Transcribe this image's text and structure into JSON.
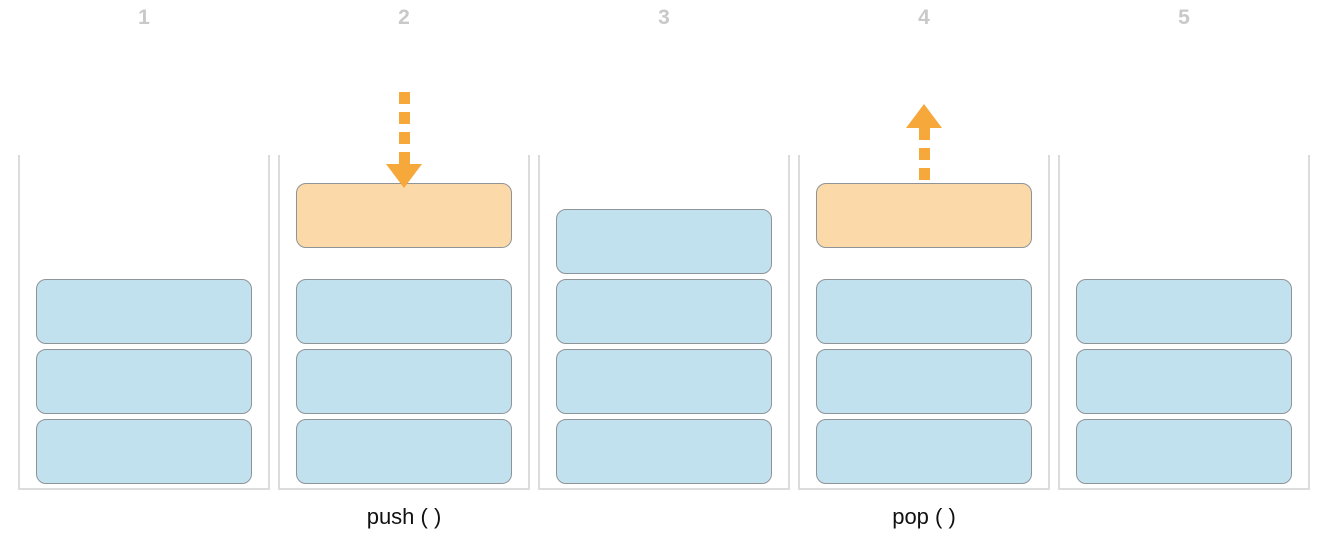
{
  "diagram": {
    "type": "stack-operations-illustration",
    "push_label": "push ( )",
    "pop_label": "pop ( )"
  },
  "colors": {
    "block_blue": "#c1e1ee",
    "block_orange": "#fbd9a8",
    "block_border": "#8f9499",
    "bucket_line": "#dcdcdc",
    "arrow_orange": "#f6a83a",
    "column_number": "#c9c9c9",
    "label_text": "#111111"
  },
  "columns": [
    {
      "number": "1",
      "blue_blocks": 3,
      "highlight_block": false,
      "arrow": null,
      "label": ""
    },
    {
      "number": "2",
      "blue_blocks": 3,
      "highlight_block": true,
      "arrow": "down",
      "label": "push ( )"
    },
    {
      "number": "3",
      "blue_blocks": 4,
      "highlight_block": false,
      "arrow": null,
      "label": ""
    },
    {
      "number": "4",
      "blue_blocks": 3,
      "highlight_block": true,
      "arrow": "up",
      "label": "pop ( )"
    },
    {
      "number": "5",
      "blue_blocks": 3,
      "highlight_block": false,
      "arrow": null,
      "label": ""
    }
  ]
}
